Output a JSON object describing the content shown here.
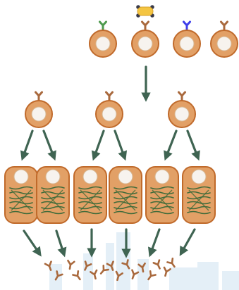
{
  "colors": {
    "cell_fill": "#E2A066",
    "cell_outline": "#C06A2B",
    "nucleus_fill": "#F7F3EE",
    "receptor_default": "#A9693D",
    "receptor_green": "#4E9A4E",
    "receptor_blue": "#3E3EEA",
    "antigen_body": "#F4C542",
    "antigen_dots": "#3A3A48",
    "arrow": "#3F6452",
    "er_lines": "#3F6B3A",
    "antibody": "#A9693D",
    "watermark": "#D6E6F2"
  },
  "icons": {
    "antigen": "antigen-icon",
    "receptor": "receptor-icon",
    "antibody": "antibody-icon",
    "arrow": "down-arrow-icon"
  },
  "diagram": {
    "naive_cells": 4,
    "activated_cells": 3,
    "plasma_cells": 6,
    "antibodies": 16
  }
}
